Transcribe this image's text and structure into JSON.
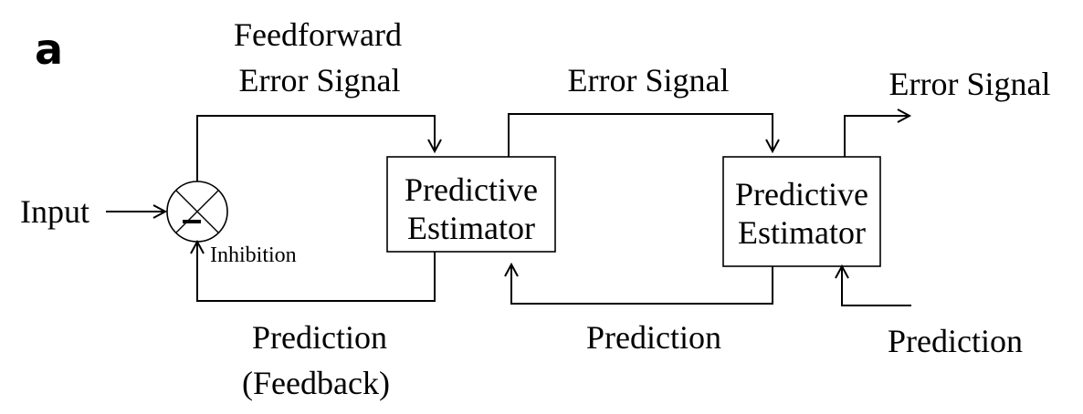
{
  "panel_label": "a",
  "labels": {
    "feedforward_line1": "Feedforward",
    "feedforward_line2": "Error Signal",
    "error_signal_middle": "Error Signal",
    "error_signal_right": "Error Signal",
    "input": "Input",
    "inhibition": "Inhibition",
    "prediction_feedback_line1": "Prediction",
    "prediction_feedback_line2": "(Feedback)",
    "prediction_middle": "Prediction",
    "prediction_right": "Prediction"
  },
  "comparator": {
    "sign": "−"
  },
  "estimators": [
    {
      "line1": "Predictive",
      "line2": "Estimator"
    },
    {
      "line1": "Predictive",
      "line2": "Estimator"
    }
  ]
}
